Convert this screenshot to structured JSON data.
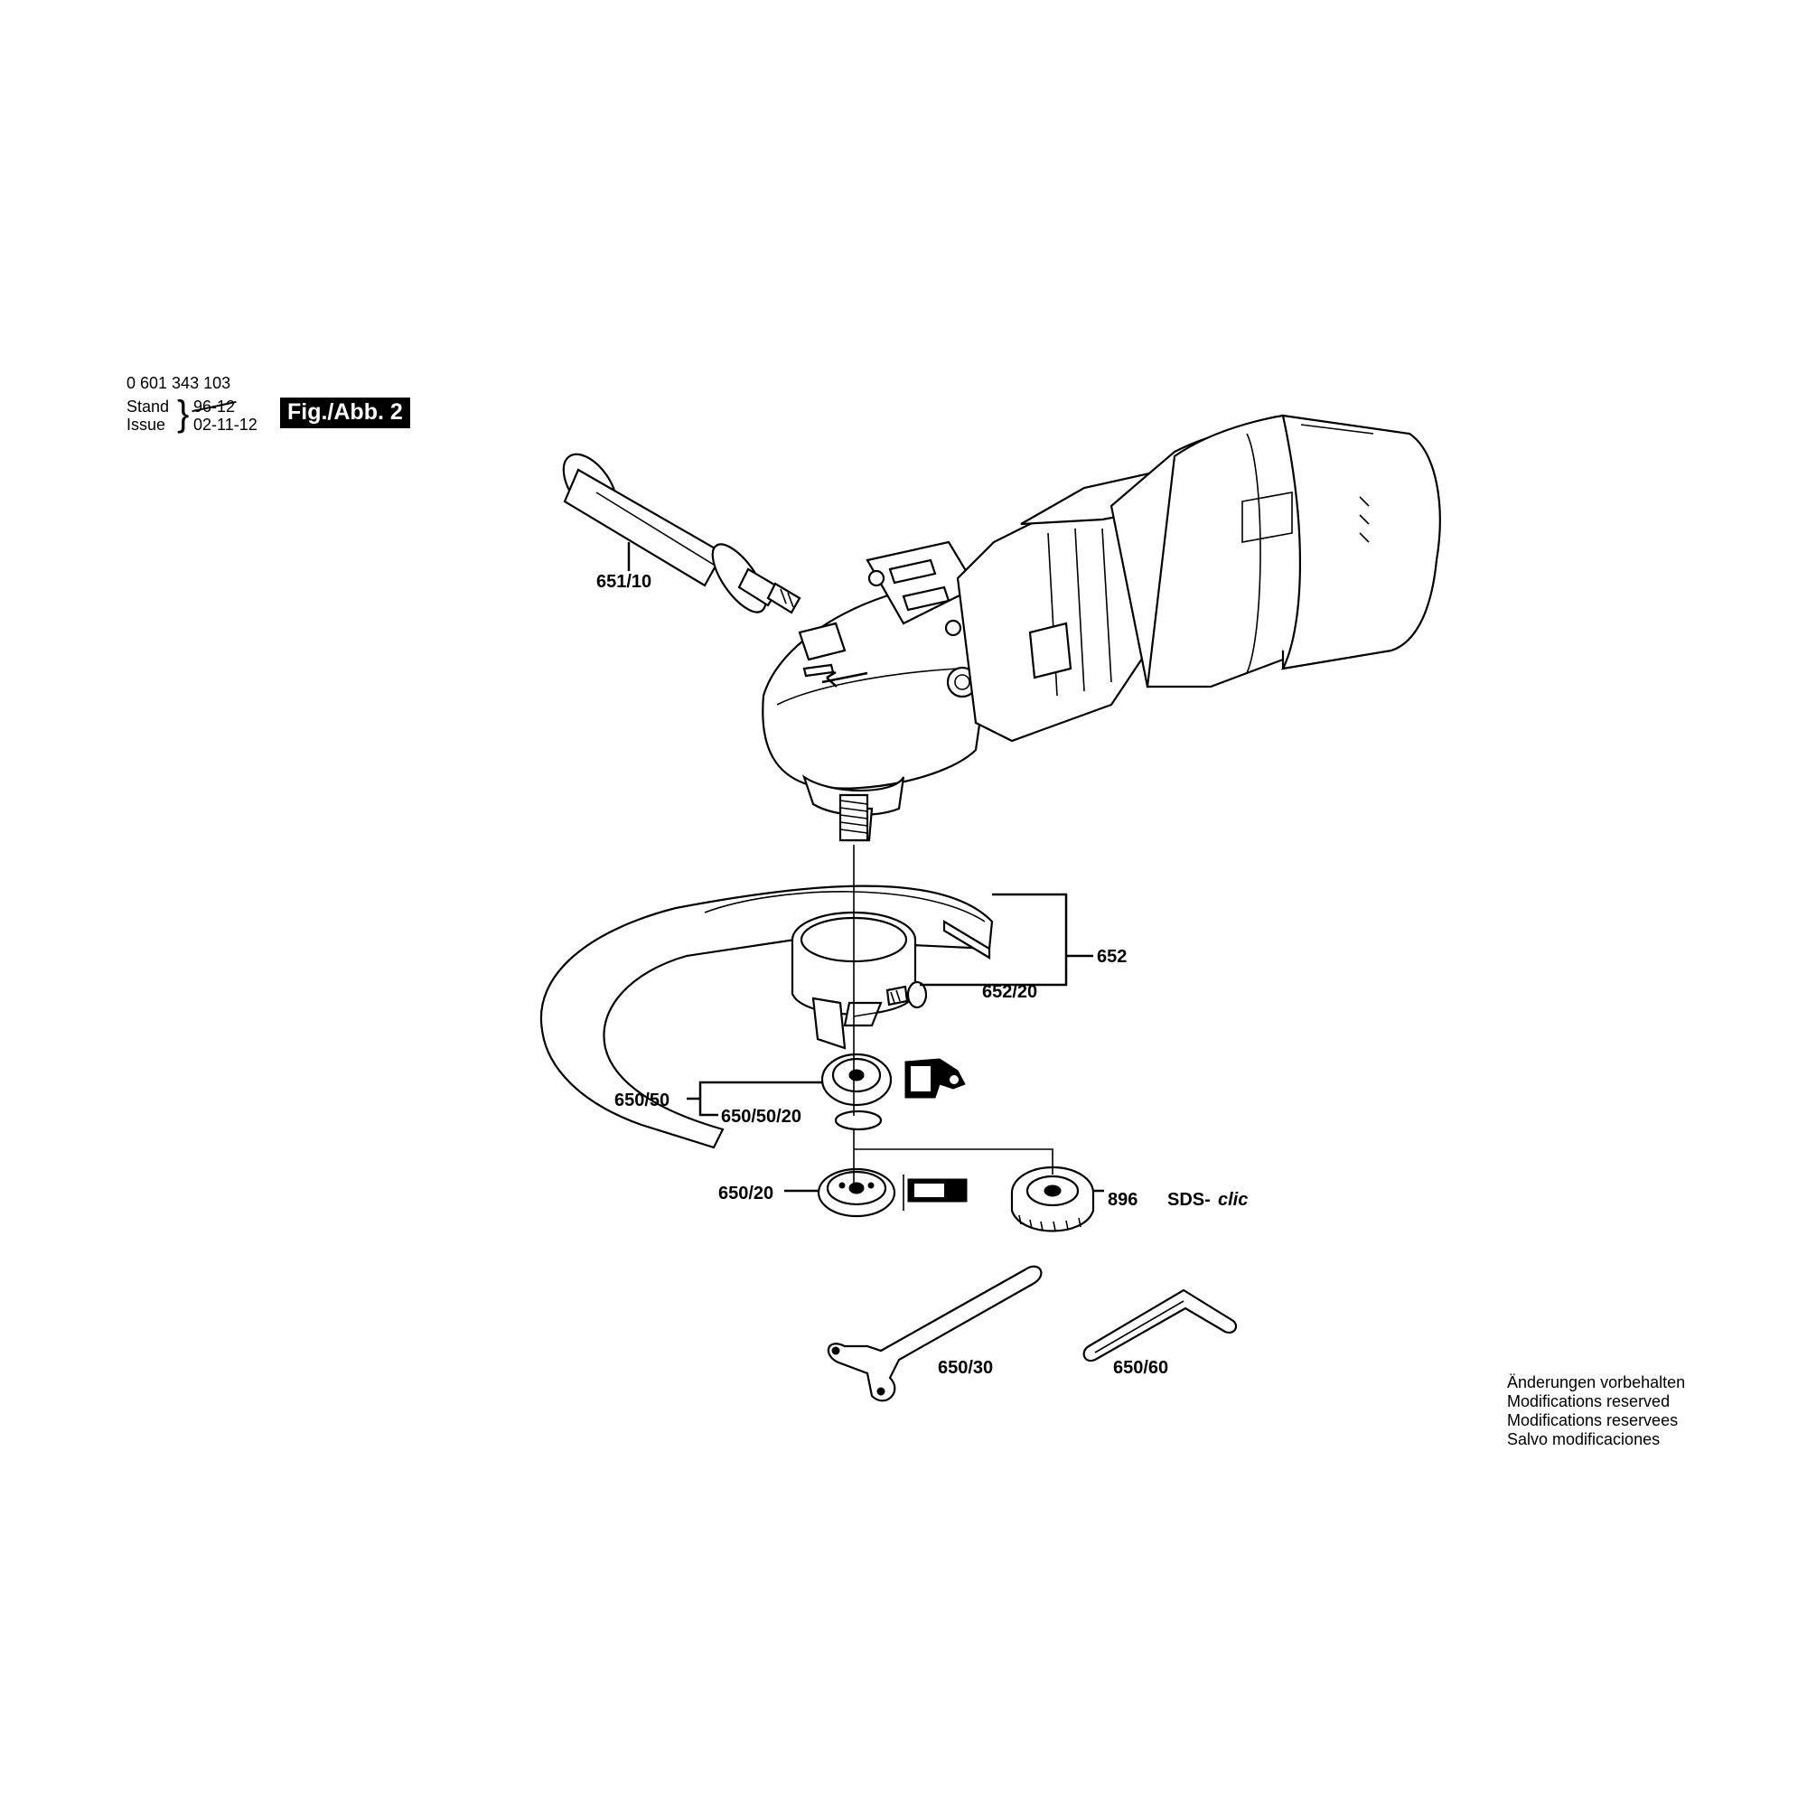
{
  "header": {
    "part_number": "0 601 343 103",
    "stand_label": "Stand",
    "stand_value": "96-12",
    "issue_label": "Issue",
    "issue_value": "02-11-12",
    "figure": "Fig./Abb. 2"
  },
  "callouts": {
    "handle": "651/10",
    "guard": "652",
    "guard_screw": "652/20",
    "flange_set": "650/50",
    "o_ring": "650/50/20",
    "clamp_nut": "650/20",
    "quick_nut": "896",
    "sds_prefix": "SDS-",
    "sds_suffix": "clic",
    "pin_spanner": "650/30",
    "hex_key": "650/60"
  },
  "notes": [
    "Änderungen vorbehalten",
    "Modifications reserved",
    "Modifications reservees",
    "Salvo modificaciones"
  ]
}
